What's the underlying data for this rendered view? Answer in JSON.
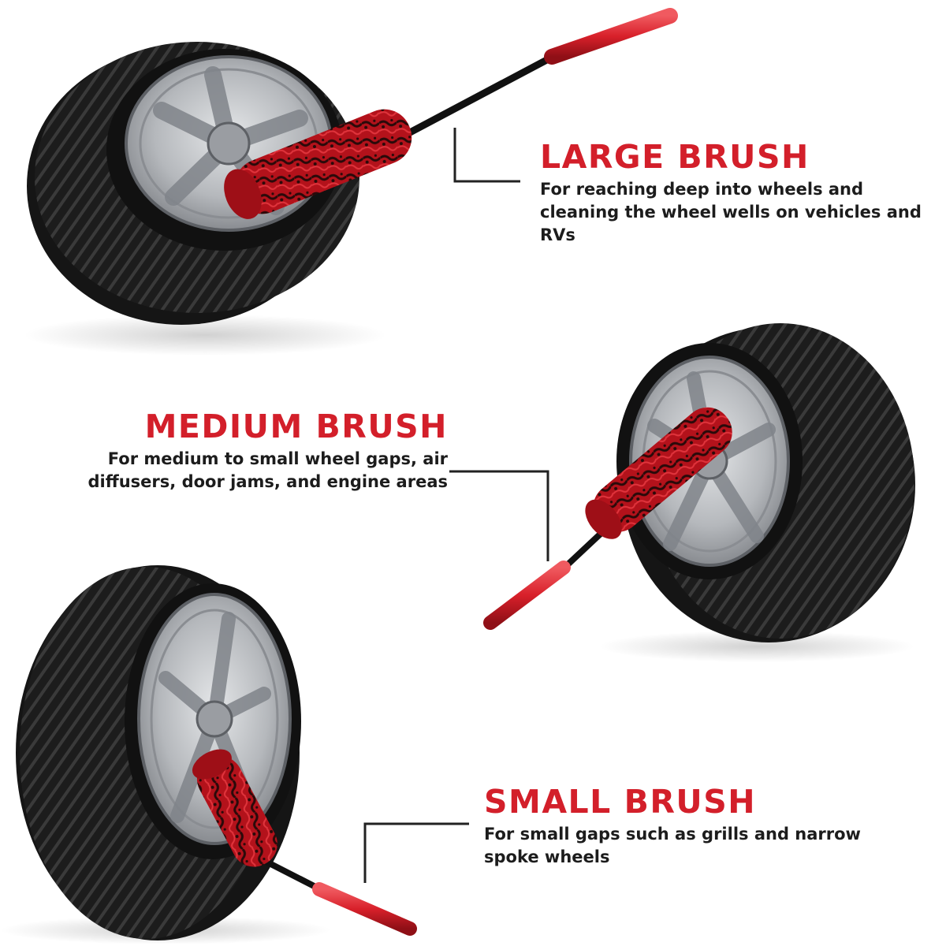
{
  "brushes": {
    "large": {
      "title": "LARGE BRUSH",
      "description": "For reaching deep into wheels and cleaning the wheel wells on vehicles and RVs"
    },
    "medium": {
      "title": "MEDIUM BRUSH",
      "description": "For medium to small wheel gaps, air diffusers, door jams, and engine areas"
    },
    "small": {
      "title": "SMALL BRUSH",
      "description": "For small gaps such as grills and narrow spoke wheels"
    }
  },
  "colors": {
    "accent": "#d31f2a",
    "text": "#1c1c1c",
    "tire": "#1e1e1e",
    "rim": "#b9bcc0",
    "brush": "#b3121b",
    "handle": "#d8202a"
  },
  "icons": [
    "tire-icon",
    "wheel-rim-icon",
    "wheel-brush-icon",
    "leader-line-icon"
  ]
}
